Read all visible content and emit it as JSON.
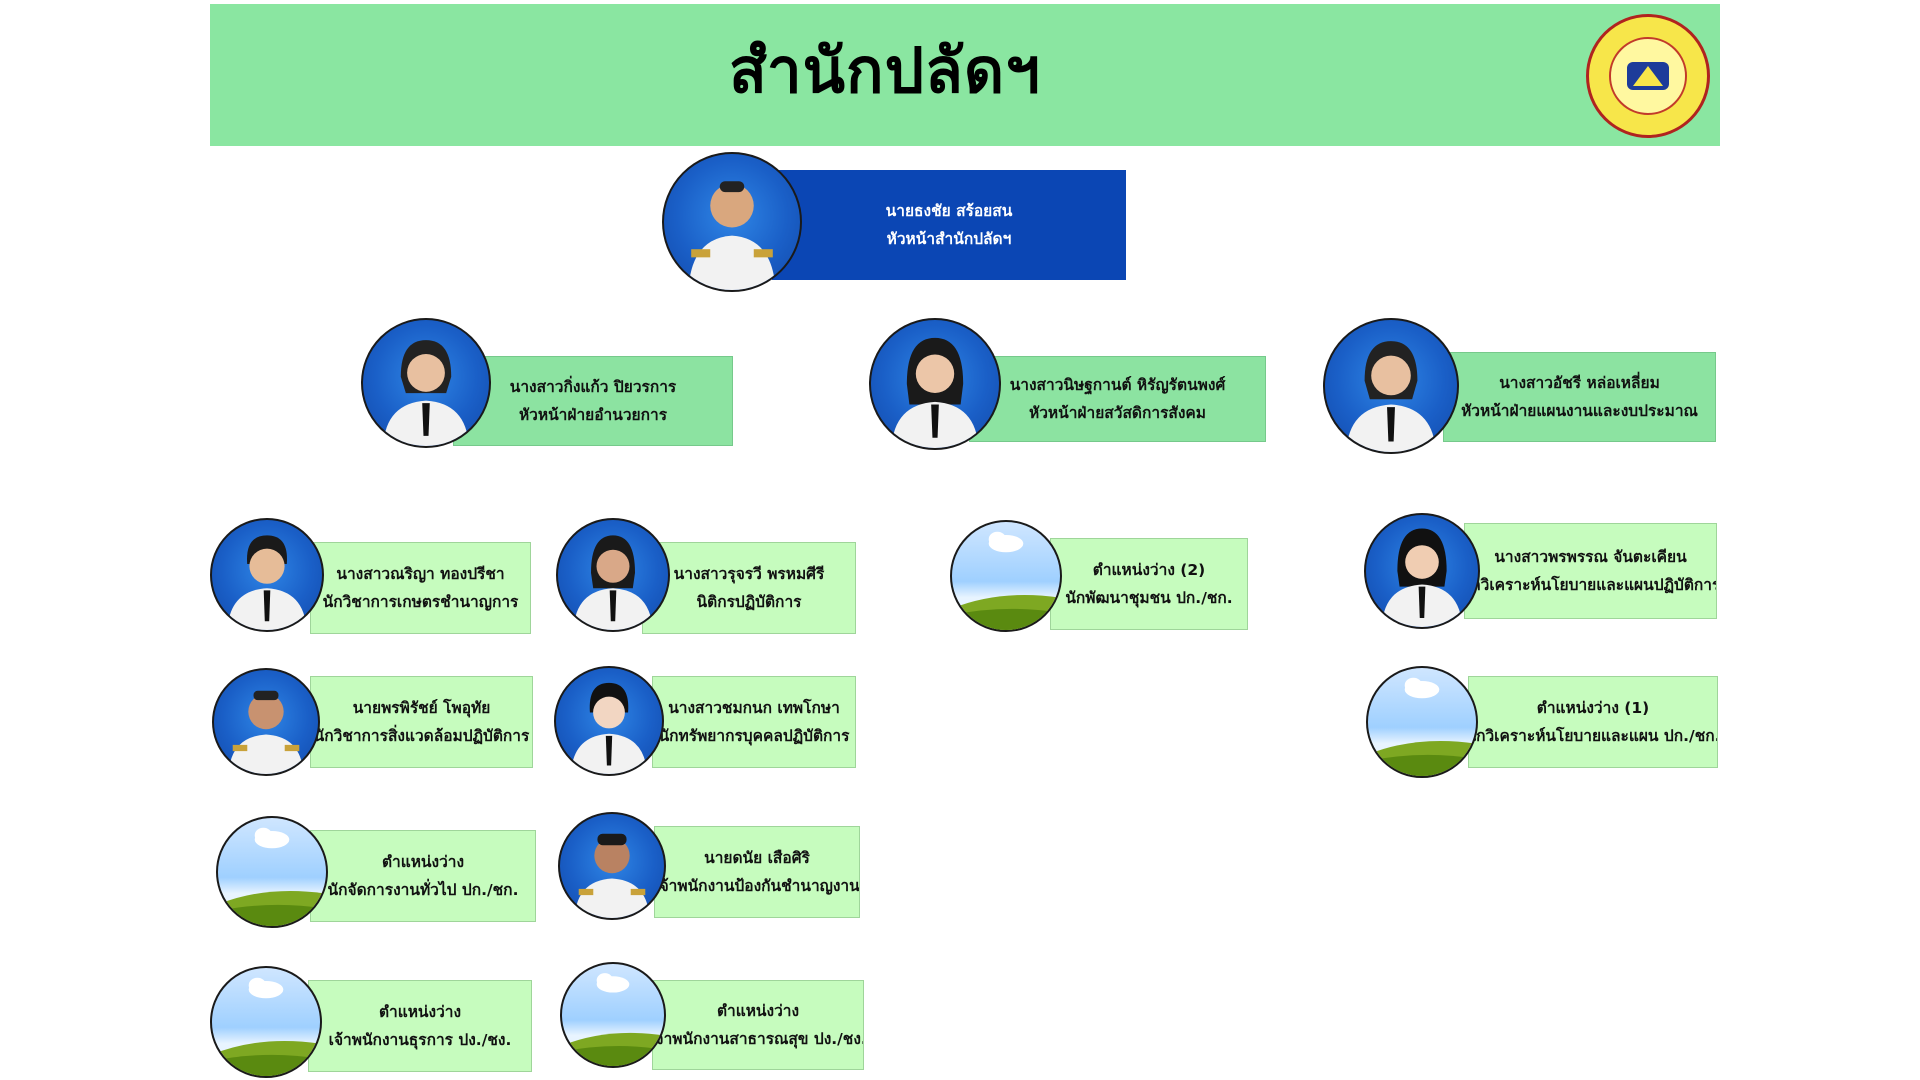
{
  "header": {
    "title": "สำนักปลัดฯ"
  },
  "chief": {
    "name": "นายธงชัย  สร้อยสน",
    "role": "หัวหน้าสำนักปลัดฯ"
  },
  "departments": [
    {
      "name": "นางสาวกิ่งแก้ว  ปิยวรการ",
      "role": "หัวหน้าฝ่ายอำนวยการ"
    },
    {
      "name": "นางสาวนิษฐกานต์  หิรัญรัตนพงศ์",
      "role": "หัวหน้าฝ่ายสวัสดิการสังคม"
    },
    {
      "name": "นางสาวอัชรี  หล่อเหลี่ยม",
      "role": "หัวหน้าฝ่ายแผนงานและงบประมาณ"
    }
  ],
  "staff": [
    {
      "name": "นางสาวณริญา  ทองปรีชา",
      "role": "นักวิชาการเกษตรชำนาญการ",
      "vacant": false
    },
    {
      "name": "นางสาวรุจรวี  พรหมศีรี",
      "role": "นิติกรปฏิบัติการ",
      "vacant": false
    },
    {
      "name": "ตำแหน่งว่าง (2)",
      "role": "นักพัฒนาชุมชน ปก./ชก.",
      "vacant": true
    },
    {
      "name": "นางสาวพรพรรณ  จันตะเคียน",
      "role": "นักวิเคราะห์นโยบายและแผนปฏิบัติการ",
      "vacant": false
    },
    {
      "name": "นายพรพิรัชย์  โพอุทัย",
      "role": "นักวิชาการสิ่งแวดล้อมปฏิบัติการ",
      "vacant": false
    },
    {
      "name": "นางสาวชมกนก  เทพโกษา",
      "role": "นักทรัพยากรบุคคลปฏิบัติการ",
      "vacant": false
    },
    {
      "name": "ตำแหน่งว่าง (1)",
      "role": "นักวิเคราะห์นโยบายและแผน ปก./ชก.",
      "vacant": true
    },
    {
      "name": "ตำแหน่งว่าง",
      "role": "นักจัดการงานทั่วไป ปก./ชก.",
      "vacant": true
    },
    {
      "name": "นายดนัย  เสือศิริ",
      "role": "เจ้าพนักงานป้องกันชำนาญงาน",
      "vacant": false
    },
    {
      "name": "ตำแหน่งว่าง",
      "role": "เจ้าพนักงานธุรการ ปง./ชง.",
      "vacant": true
    },
    {
      "name": "ตำแหน่งว่าง",
      "role": "เจ้าพนักงานสาธารณสุข ปง./ชง.",
      "vacant": true
    }
  ],
  "colors": {
    "header": "#8ae6a1",
    "chief_box": "#0b46b4",
    "dept_box": "#8ce3a1",
    "staff_box": "#c6fcbe"
  }
}
